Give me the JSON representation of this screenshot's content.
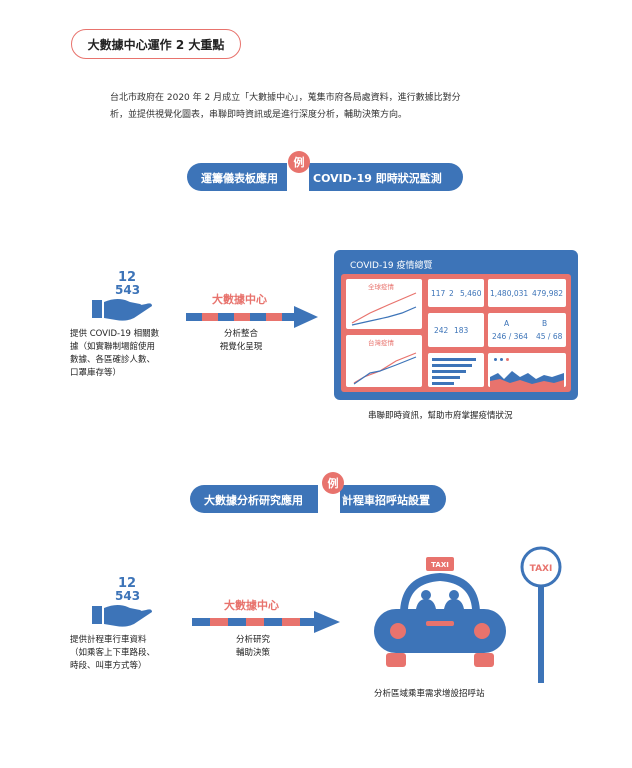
{
  "header": {
    "title": "大數據中心運作 2 大重點",
    "intro_line1": "台北市政府在 2020 年 2 月成立「大數據中心」，蒐集市府各局處資料，進行數據比對分",
    "intro_line2": "析，並提供視覺化圖表，串聯即時資訊或是進行深度分析，輔助決策方向。"
  },
  "example1": {
    "badge": "例",
    "pill_left": "運籌儀表板應用",
    "pill_right": "COVID-19 即時狀況監測",
    "hand_numbers": {
      "top": "12",
      "bottom": "543"
    },
    "input_line1": "提供 COVID-19 相關數",
    "input_line2": "據（如實聯制場館使用",
    "input_line3": "數據、各區確診人數、",
    "input_line4": "口罩庫存等）",
    "arrow_title": "大數據中心",
    "arrow_line1": "分析整合",
    "arrow_line2": "視覺化呈現",
    "dashboard": {
      "title": "COVID-19 疫情總覽",
      "card_global": "全球疫情",
      "card_taiwan": "台灣疫情",
      "stat_1": "117",
      "stat_2": "2",
      "stat_3": "5,460",
      "stat_4": "1,480,031",
      "stat_5": "479,982",
      "stat_6": "242",
      "stat_7": "183",
      "label_a": "A",
      "label_b": "B",
      "ratio_a": "246 / 364",
      "ratio_b": "45 / 68"
    },
    "caption": "串聯即時資訊，幫助市府掌握疫情狀況"
  },
  "example2": {
    "badge": "例",
    "pill_left": "大數據分析研究應用",
    "pill_right": "計程車招呼站設置",
    "hand_numbers": {
      "top": "12",
      "bottom": "543"
    },
    "input_line1": "提供計程車行車資料",
    "input_line2": "（如乘客上下車路段、",
    "input_line3": "時段、叫車方式等）",
    "arrow_title": "大數據中心",
    "arrow_line1": "分析研究",
    "arrow_line2": "輔助決策",
    "roof_sign": "TAXI",
    "stop_sign": "TAXI",
    "caption": "分析區域乘車需求增設招呼站"
  },
  "colors": {
    "blue": "#3d74b8",
    "coral": "#e8736d"
  }
}
